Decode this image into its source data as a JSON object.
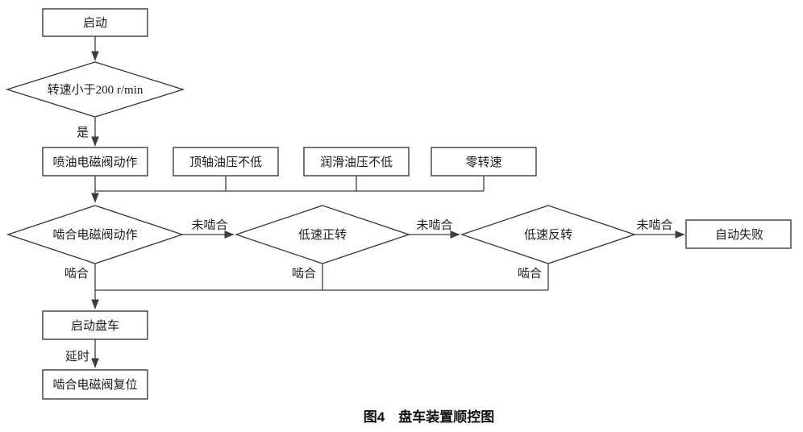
{
  "figure": {
    "caption": "图4　盘车装置顺控图",
    "colors": {
      "line": "#3d3d3d",
      "text": "#1c1c1c",
      "node_fill": "#ffffff"
    }
  },
  "nodes": {
    "start": "启动",
    "speed_check": "转速小于200 r/min",
    "fuel_valve_action": "喷油电磁阀动作",
    "jacking_oil_ok": "顶轴油压不低",
    "lube_oil_ok": "润滑油压不低",
    "zero_speed": "零转速",
    "engage_valve_action": "啮合电磁阀动作",
    "low_speed_forward": "低速正转",
    "low_speed_reverse": "低速反转",
    "auto_fail": "自动失败",
    "start_turning_gear": "启动盘车",
    "engage_valve_reset": "啮合电磁阀复位"
  },
  "edge_labels": {
    "yes": "是",
    "engaged_1": "啮合",
    "engaged_2": "啮合",
    "engaged_3": "啮合",
    "not_engaged_1": "未啮合",
    "not_engaged_2": "未啮合",
    "not_engaged_3": "未啮合",
    "delay": "延时"
  }
}
